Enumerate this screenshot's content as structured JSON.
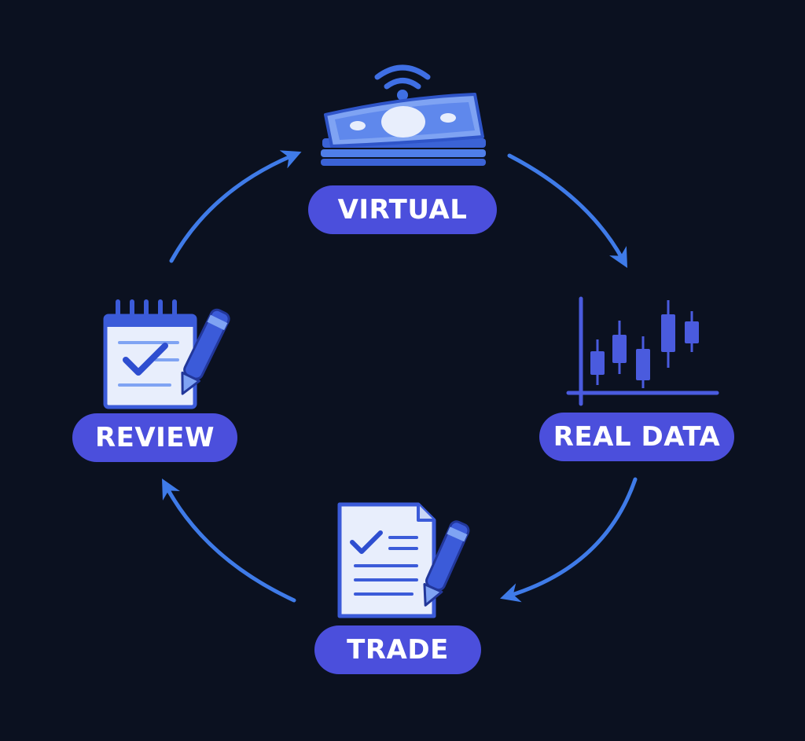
{
  "diagram": {
    "stages": {
      "virtual": "VIRTUAL",
      "real_data": "REAL DATA",
      "trade": "TRADE",
      "review": "REVIEW"
    },
    "icons": {
      "virtual": "money-stack-wireless-icon",
      "real_data": "candlestick-chart-icon",
      "trade": "document-checklist-pen-icon",
      "review": "notepad-checkmark-pen-icon"
    },
    "flow_direction": "clockwise"
  },
  "colors": {
    "background": "#0b1120",
    "pill": "#4b4fdc",
    "arrow": "#3f7be8",
    "icon_light": "#e8eefc",
    "icon_dark": "#3b5bd9"
  }
}
